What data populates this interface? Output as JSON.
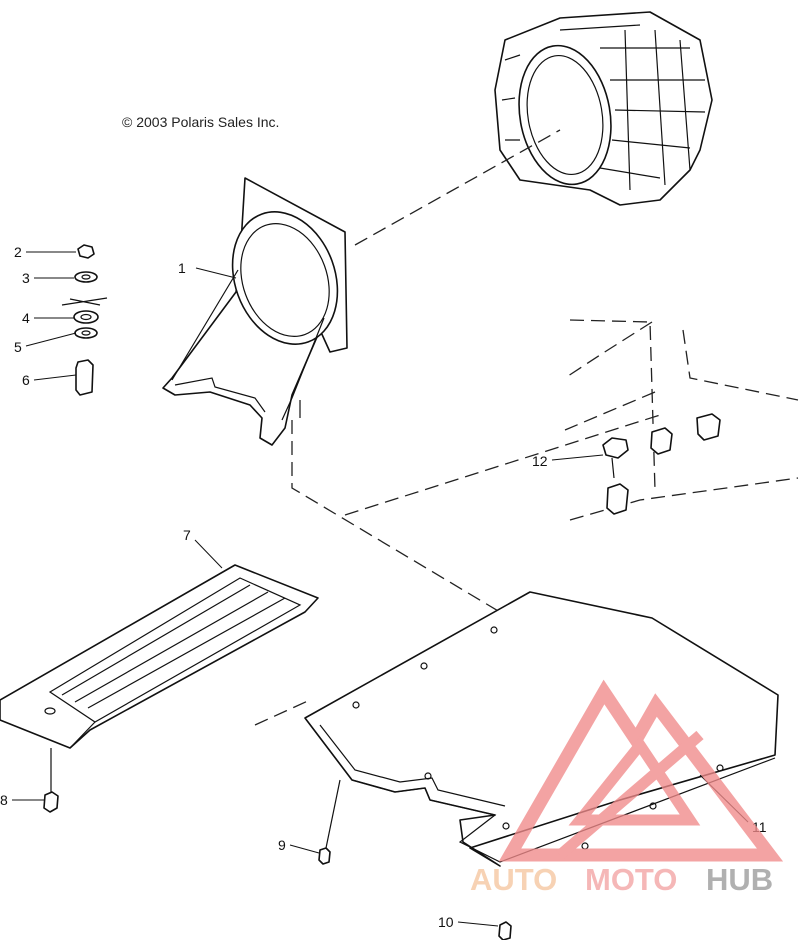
{
  "copyright": "© 2003 Polaris Sales Inc.",
  "callouts": [
    {
      "id": "c1",
      "label": "1"
    },
    {
      "id": "c2",
      "label": "2"
    },
    {
      "id": "c3",
      "label": "3"
    },
    {
      "id": "c4",
      "label": "4"
    },
    {
      "id": "c5",
      "label": "5"
    },
    {
      "id": "c6",
      "label": "6"
    },
    {
      "id": "c7",
      "label": "7"
    },
    {
      "id": "c8",
      "label": "8"
    },
    {
      "id": "c9",
      "label": "9"
    },
    {
      "id": "c10",
      "label": "10"
    },
    {
      "id": "c11",
      "label": "11"
    },
    {
      "id": "c12",
      "label": "12"
    }
  ],
  "watermark": {
    "part1": "AUTO",
    "part2": "MOTO",
    "part3": "HUB",
    "colors": {
      "auto": "#f5c6a0",
      "moto": "#f3a3a3",
      "hub": "#9a9a9a",
      "triangle": "#f08a8a"
    }
  }
}
